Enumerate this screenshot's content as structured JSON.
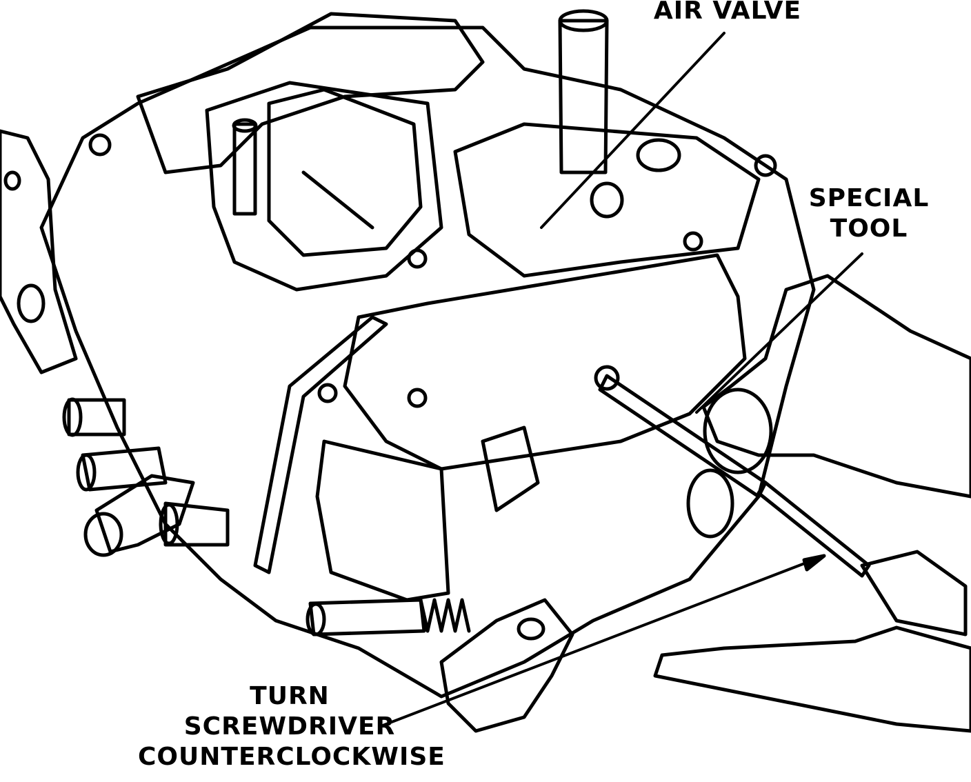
{
  "labels": {
    "air_valve": "AIR VALVE",
    "special_tool_line1": "SPECIAL",
    "special_tool_line2": "TOOL",
    "turn_line1": "TURN",
    "turn_line2": "SCREWDRIVER",
    "turn_line3": "COUNTERCLOCKWISE"
  },
  "colors": {
    "ink": "#000000",
    "paper": "#ffffff"
  }
}
